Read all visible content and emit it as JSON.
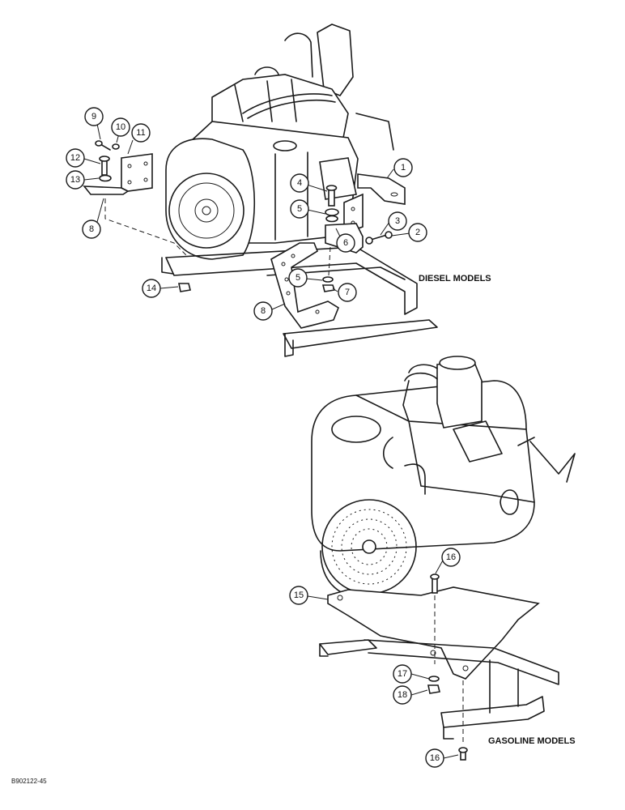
{
  "captions": {
    "diesel": "DIESEL MODELS",
    "gasoline": "GASOLINE MODELS"
  },
  "figure_ref": "B902122-45",
  "callouts": [
    {
      "id": "c1",
      "label": "1"
    },
    {
      "id": "c2",
      "label": "2"
    },
    {
      "id": "c3",
      "label": "3"
    },
    {
      "id": "c4",
      "label": "4"
    },
    {
      "id": "c5a",
      "label": "5"
    },
    {
      "id": "c5b",
      "label": "5"
    },
    {
      "id": "c6",
      "label": "6"
    },
    {
      "id": "c7",
      "label": "7"
    },
    {
      "id": "c8a",
      "label": "8"
    },
    {
      "id": "c8b",
      "label": "8"
    },
    {
      "id": "c9",
      "label": "9"
    },
    {
      "id": "c10",
      "label": "10"
    },
    {
      "id": "c11",
      "label": "11"
    },
    {
      "id": "c12",
      "label": "12"
    },
    {
      "id": "c13",
      "label": "13"
    },
    {
      "id": "c14",
      "label": "14"
    },
    {
      "id": "c15",
      "label": "15"
    },
    {
      "id": "c16a",
      "label": "16"
    },
    {
      "id": "c16b",
      "label": "16"
    },
    {
      "id": "c17",
      "label": "17"
    },
    {
      "id": "c18",
      "label": "18"
    }
  ]
}
